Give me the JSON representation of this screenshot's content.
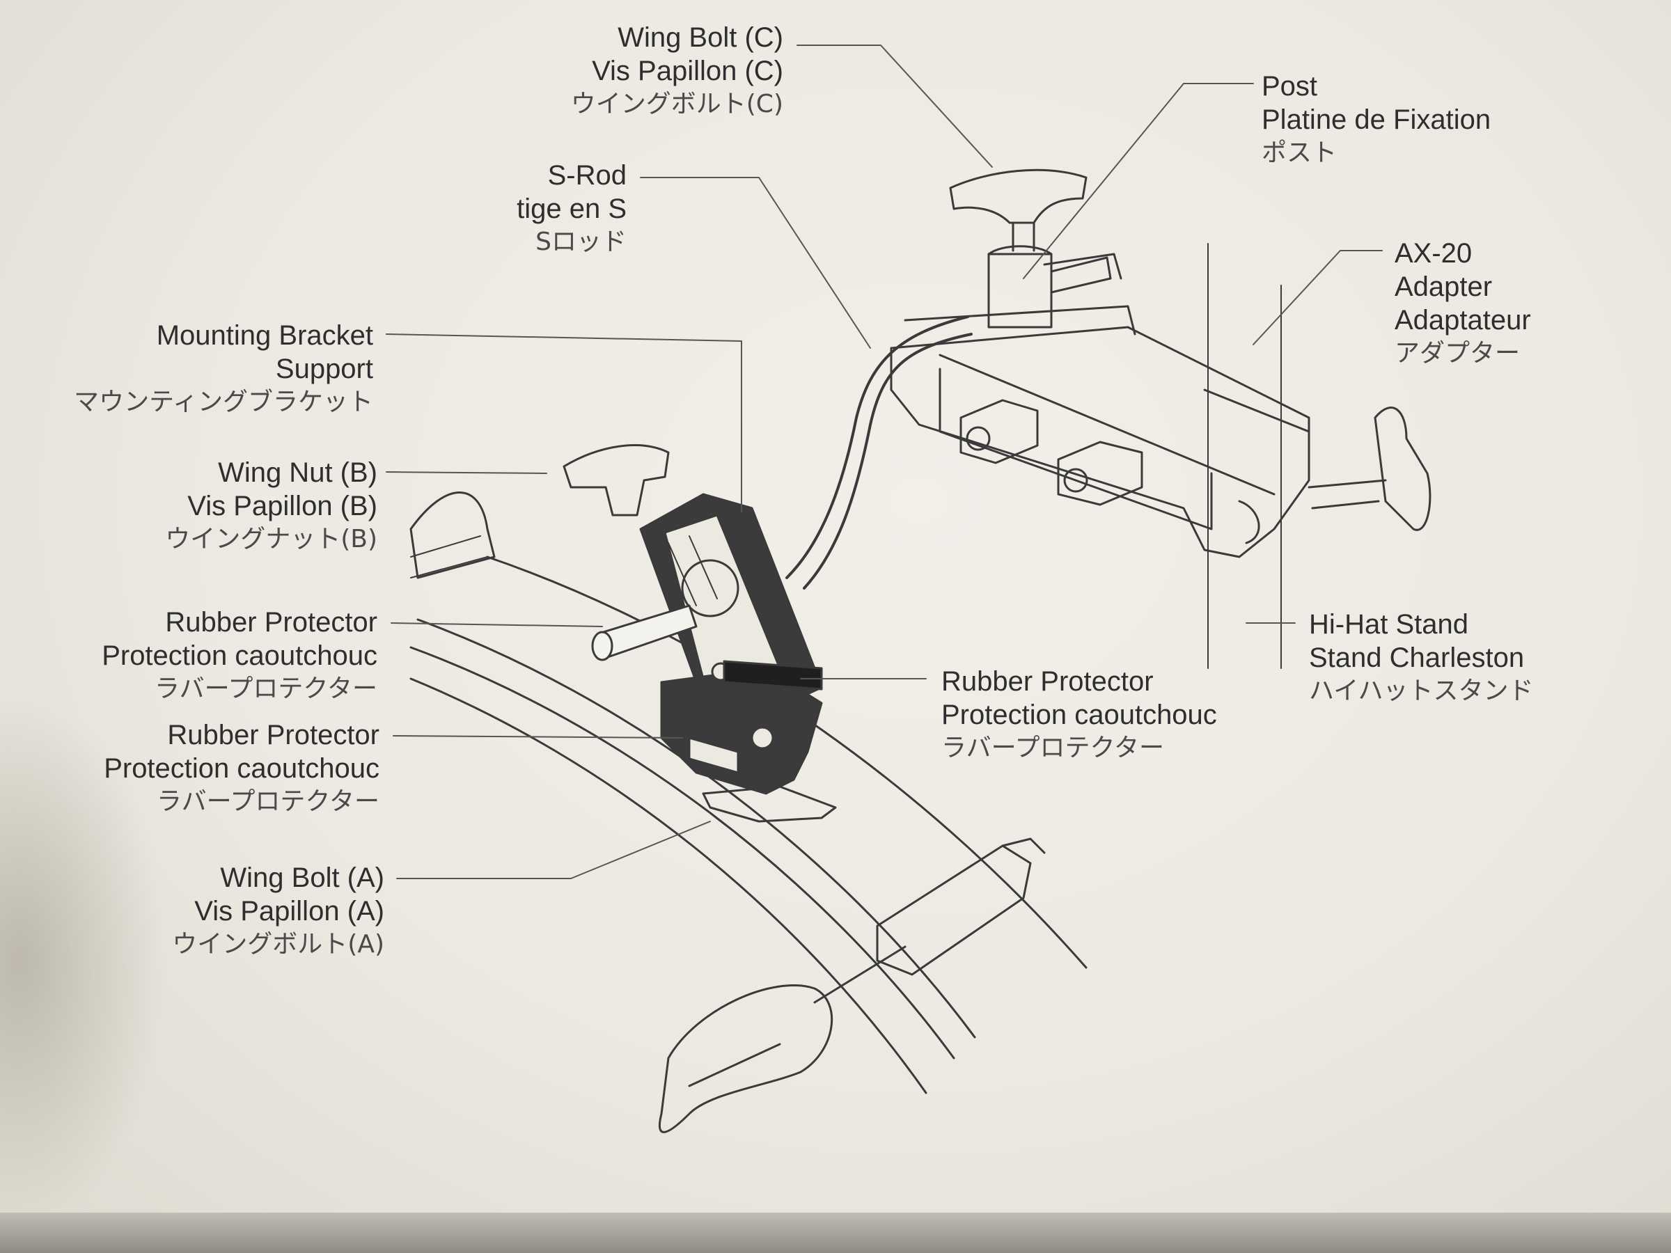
{
  "labels": {
    "wing_bolt_c": {
      "en": "Wing Bolt (C)",
      "fr": "Vis Papillon (C)",
      "jp": "ウイングボルト(C)"
    },
    "post": {
      "en": "Post",
      "fr": "Platine de Fixation",
      "jp": "ポスト"
    },
    "s_rod": {
      "en": "S-Rod",
      "fr": "tige en S",
      "jp": "Sロッド"
    },
    "ax20": {
      "model": "AX-20",
      "en": "Adapter",
      "fr": "Adaptateur",
      "jp": "アダプター"
    },
    "mounting_bracket": {
      "en": "Mounting Bracket",
      "fr": "Support",
      "jp": "マウンティングブラケット"
    },
    "wing_nut_b": {
      "en": "Wing Nut (B)",
      "fr": "Vis Papillon (B)",
      "jp": "ウイングナット(B)"
    },
    "rubber_protector_1": {
      "en": "Rubber Protector",
      "fr": "Protection caoutchouc",
      "jp": "ラバープロテクター"
    },
    "rubber_protector_2": {
      "en": "Rubber Protector",
      "fr": "Protection caoutchouc",
      "jp": "ラバープロテクター"
    },
    "rubber_protector_3": {
      "en": "Rubber Protector",
      "fr": "Protection caoutchouc",
      "jp": "ラバープロテクター"
    },
    "wing_bolt_a": {
      "en": "Wing Bolt (A)",
      "fr": "Vis Papillon (A)",
      "jp": "ウイングボルト(A)"
    },
    "hihat_stand": {
      "en": "Hi-Hat Stand",
      "fr": "Stand Charleston",
      "jp": "ハイハットスタンド"
    }
  },
  "colors": {
    "paper": "#ece9e1",
    "ink": "#2e2e2e",
    "part_dark": "#3b3b3b"
  }
}
